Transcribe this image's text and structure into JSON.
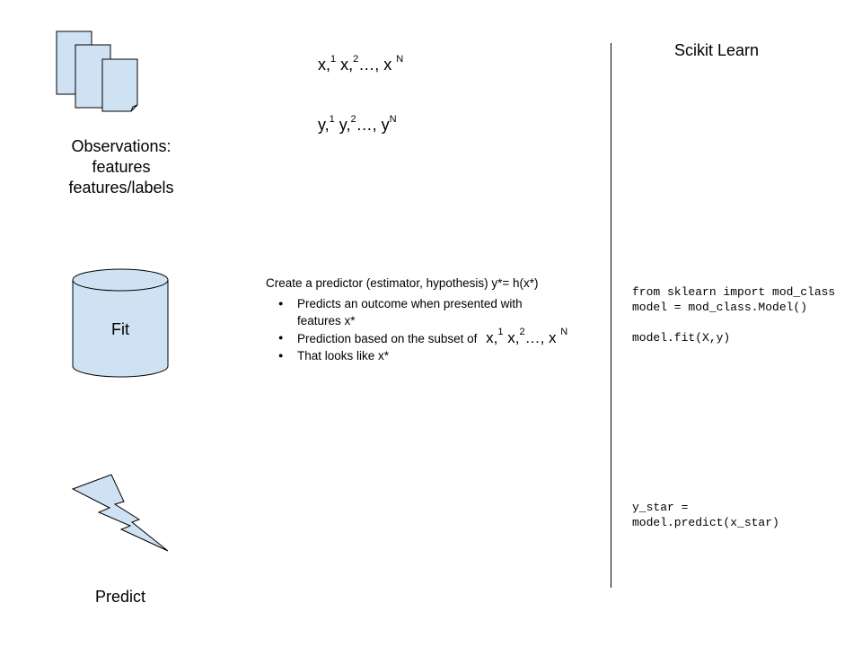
{
  "observations": {
    "icon": "documents-icon",
    "caption_lines": [
      "Observations:",
      "features",
      "features/labels"
    ],
    "x_seq": {
      "b1": "x,",
      "s1": "1",
      "b2": " x,",
      "s2": "2",
      "b3": "…, x ",
      "s3": "N"
    },
    "y_seq": {
      "b1": "y,",
      "s1": "1",
      "b2": " y,",
      "s2": "2",
      "b3": "…, y",
      "s3": "N"
    }
  },
  "fit": {
    "icon": "cylinder-icon",
    "label": "Fit",
    "heading": "Create a predictor (estimator, hypothesis)  y*= h(x*)",
    "bullets": [
      {
        "text": "Predicts an outcome when presented with features x*"
      },
      {
        "text": "Prediction based on the subset of"
      },
      {
        "text": "That looks like x*"
      }
    ],
    "inline_seq": {
      "b1": "x,",
      "s1": "1",
      "b2": " x,",
      "s2": "2",
      "b3": "…, x ",
      "s3": "N"
    }
  },
  "predict": {
    "icon": "lightning-icon",
    "label": "Predict"
  },
  "sidebar": {
    "title": "Scikit Learn",
    "fit_code": "from sklearn import mod_class\nmodel = mod_class.Model()\n\nmodel.fit(X,y)",
    "predict_code": "y_star =\nmodel.predict(x_star)"
  },
  "colors": {
    "shape_fill": "#cfe2f3",
    "stroke": "#000000"
  }
}
